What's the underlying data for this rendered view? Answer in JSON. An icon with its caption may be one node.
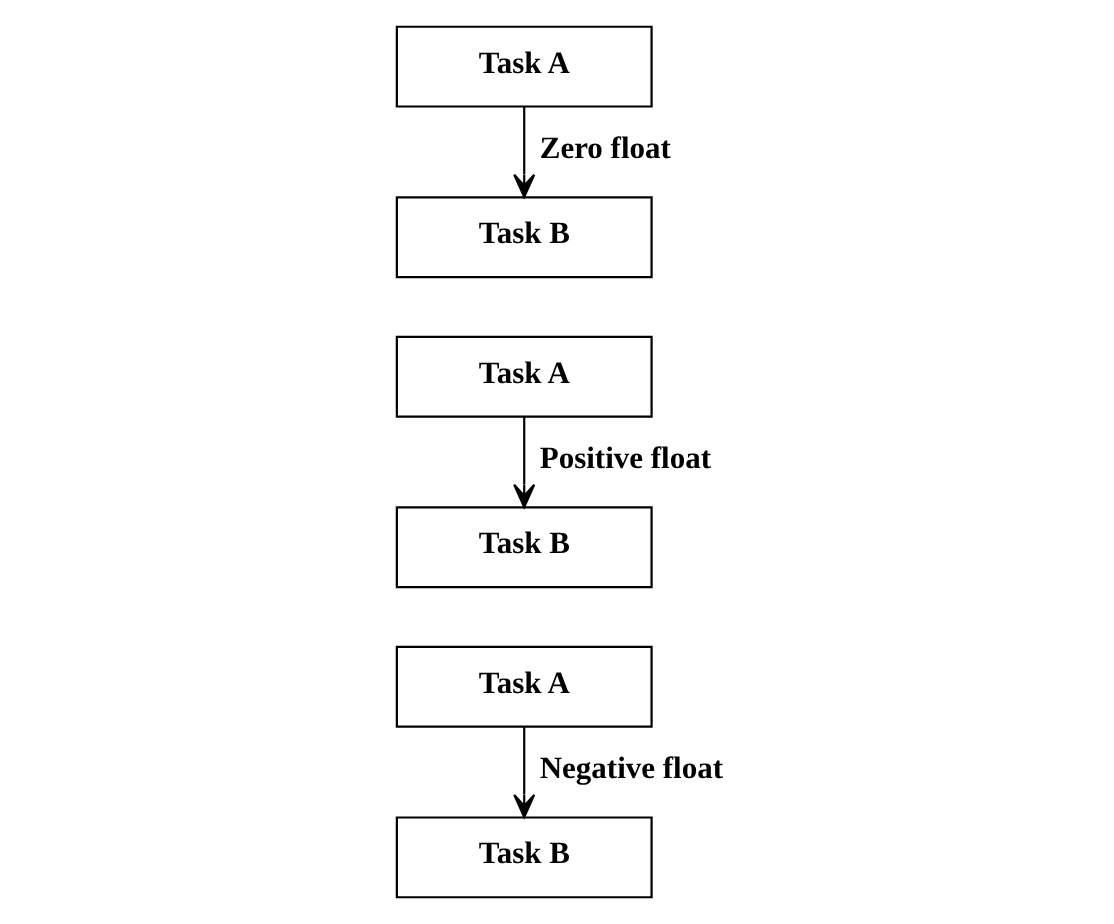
{
  "diagram": {
    "nodes": [
      {
        "text": [
          "Task A"
        ]
      },
      {
        "text": [
          "Task B"
        ]
      },
      {
        "text": [
          "Task A"
        ]
      },
      {
        "text": [
          "Task B"
        ]
      },
      {
        "text": [
          "Task A"
        ]
      },
      {
        "text": [
          "Task B"
        ]
      }
    ],
    "edges": [
      {
        "from": 0,
        "to": 1,
        "arrow": "to",
        "label": "Zero float"
      },
      {
        "from": 2,
        "to": 3,
        "arrow": "to",
        "label": "Positive float"
      },
      {
        "from": 4,
        "to": 5,
        "arrow": "to",
        "label": "Negative float"
      }
    ]
  }
}
